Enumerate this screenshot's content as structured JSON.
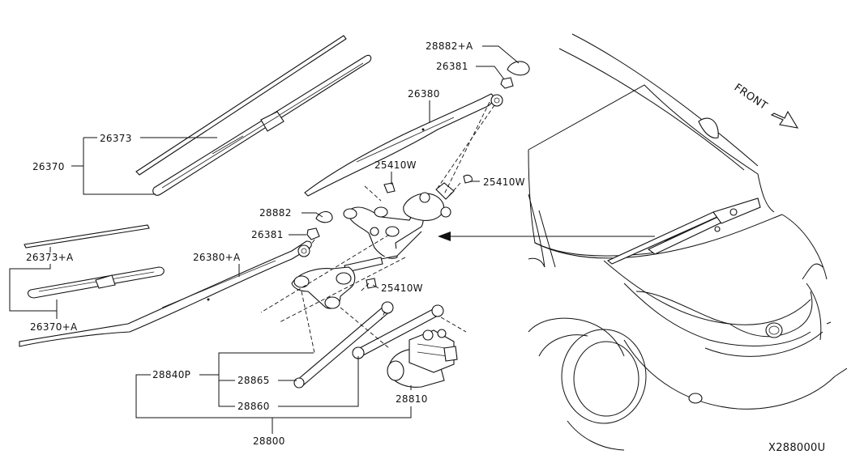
{
  "labels": {
    "p28882a": "28882+A",
    "p26381_top": "26381",
    "p26380": "26380",
    "p26373": "26373",
    "p26370": "26370",
    "p25410w_a": "25410W",
    "p25410w_b": "25410W",
    "p28882": "28882",
    "p26381_mid": "26381",
    "p26373a": "26373+A",
    "p26380a": "26380+A",
    "p25410w_c": "25410W",
    "p26370a": "26370+A",
    "p28840p": "28840P",
    "p28865": "28865",
    "p28860": "28860",
    "p28810": "28810",
    "p28800": "28800"
  },
  "front_label": "FRONT",
  "diagram_code": "X288000U"
}
